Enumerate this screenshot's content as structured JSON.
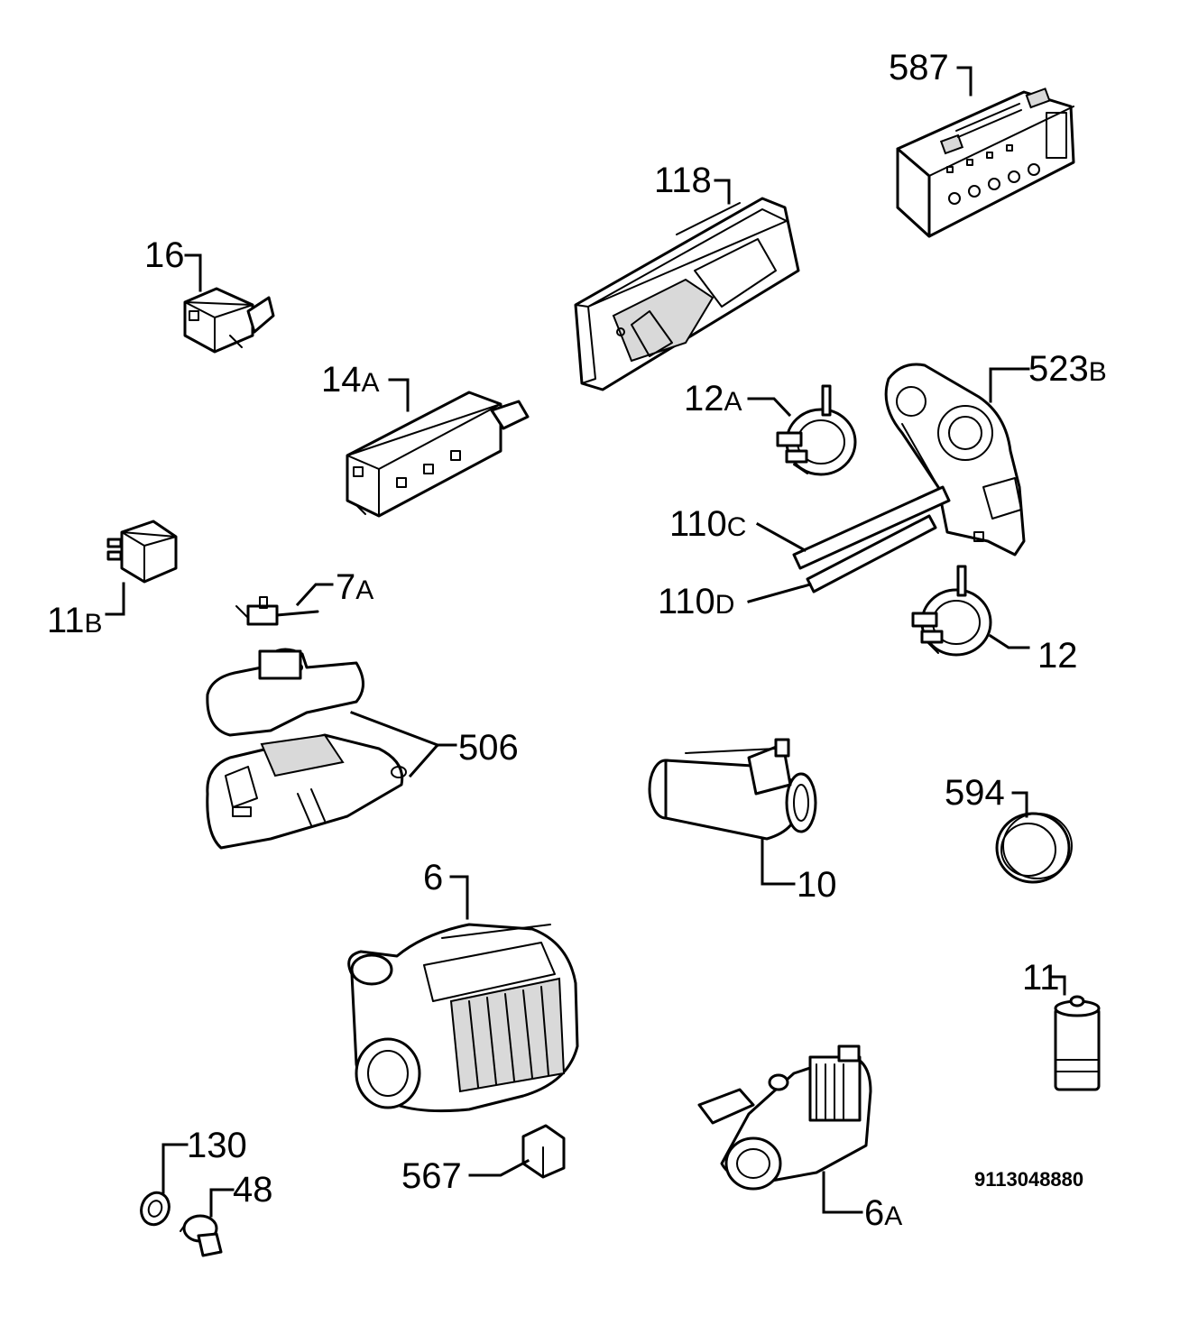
{
  "diagram_id": "9113048880",
  "callouts": [
    {
      "id": "587",
      "num": "587",
      "suffix": ""
    },
    {
      "id": "118",
      "num": "118",
      "suffix": ""
    },
    {
      "id": "16",
      "num": "16",
      "suffix": ""
    },
    {
      "id": "14A",
      "num": "14",
      "suffix": "A"
    },
    {
      "id": "12A",
      "num": "12",
      "suffix": "A"
    },
    {
      "id": "523B",
      "num": "523",
      "suffix": "B"
    },
    {
      "id": "110C",
      "num": "110",
      "suffix": "C"
    },
    {
      "id": "110D",
      "num": "110",
      "suffix": "D"
    },
    {
      "id": "12",
      "num": "12",
      "suffix": ""
    },
    {
      "id": "11B",
      "num": "11",
      "suffix": "B"
    },
    {
      "id": "7A",
      "num": "7",
      "suffix": "A"
    },
    {
      "id": "506",
      "num": "506",
      "suffix": ""
    },
    {
      "id": "10",
      "num": "10",
      "suffix": ""
    },
    {
      "id": "594",
      "num": "594",
      "suffix": ""
    },
    {
      "id": "6",
      "num": "6",
      "suffix": ""
    },
    {
      "id": "11",
      "num": "11",
      "suffix": ""
    },
    {
      "id": "130",
      "num": "130",
      "suffix": ""
    },
    {
      "id": "48",
      "num": "48",
      "suffix": ""
    },
    {
      "id": "567",
      "num": "567",
      "suffix": ""
    },
    {
      "id": "6A",
      "num": "6",
      "suffix": "A"
    }
  ]
}
